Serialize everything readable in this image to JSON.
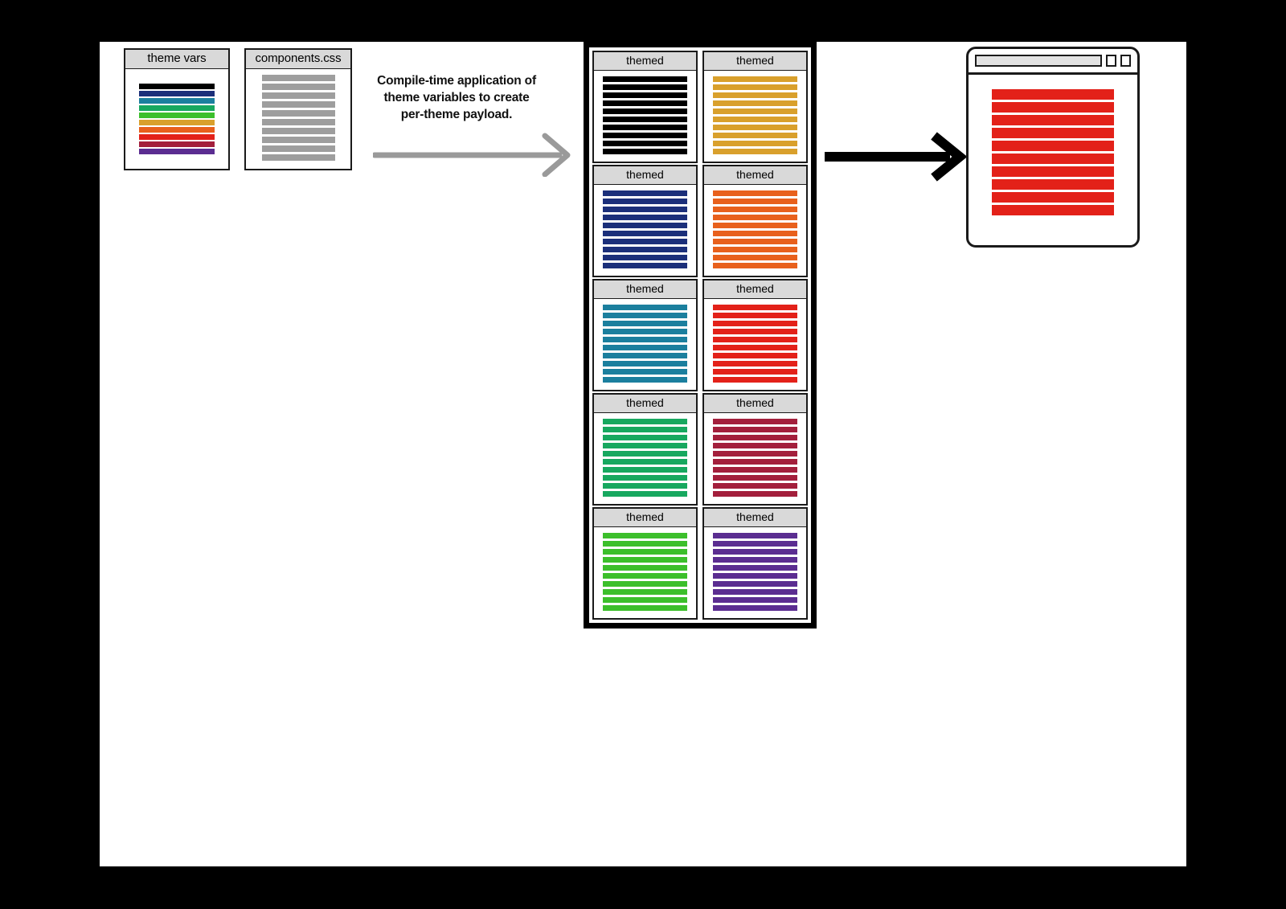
{
  "canvas": {
    "background": "#ffffff",
    "page_background": "#000000"
  },
  "palette": {
    "black": "#000000",
    "navy": "#1b2f7a",
    "teal": "#1b7f9e",
    "green": "#17a85f",
    "bright_green": "#3cbf2b",
    "amber": "#d9a02c",
    "orange": "#e8601c",
    "red": "#e32119",
    "crimson": "#a31f3c",
    "purple": "#5b2d91",
    "gray_bar": "#9e9e9e",
    "header_gray": "#d9d9d9",
    "arrow_gray": "#9a9a9a",
    "arrow_black": "#000000",
    "outline": "#1a1a1a"
  },
  "source_cards": [
    {
      "id": "theme-vars",
      "title": "theme vars",
      "bars": [
        "#000000",
        "#1b2f7a",
        "#1b7f9e",
        "#17a85f",
        "#3cbf2b",
        "#d9a02c",
        "#e8601c",
        "#e32119",
        "#a31f3c",
        "#5b2d91"
      ]
    },
    {
      "id": "components-css",
      "title": "components.css",
      "bars": [
        "#9e9e9e",
        "#9e9e9e",
        "#9e9e9e",
        "#9e9e9e",
        "#9e9e9e",
        "#9e9e9e",
        "#9e9e9e",
        "#9e9e9e",
        "#9e9e9e",
        "#9e9e9e"
      ]
    }
  ],
  "caption": {
    "line1": "Compile-time application of",
    "line2": "theme variables to create",
    "line3": "per-theme payload.",
    "full_text": "Compile-time application of theme variables to create per-theme payload."
  },
  "arrows": [
    {
      "id": "compile-arrow",
      "color": "#9a9a9a",
      "direction": "right",
      "style": "thin"
    },
    {
      "id": "deploy-arrow",
      "color": "#000000",
      "direction": "right",
      "style": "thick"
    }
  ],
  "themed_grid": {
    "card_label": "themed",
    "columns": 2,
    "rows": 5,
    "bars_per_card": 10,
    "cards": [
      {
        "index": 0,
        "label": "themed",
        "color": "#000000",
        "theme_name": "black"
      },
      {
        "index": 1,
        "label": "themed",
        "color": "#d9a02c",
        "theme_name": "amber"
      },
      {
        "index": 2,
        "label": "themed",
        "color": "#1b2f7a",
        "theme_name": "navy"
      },
      {
        "index": 3,
        "label": "themed",
        "color": "#e8601c",
        "theme_name": "orange"
      },
      {
        "index": 4,
        "label": "themed",
        "color": "#1b7f9e",
        "theme_name": "teal"
      },
      {
        "index": 5,
        "label": "themed",
        "color": "#e32119",
        "theme_name": "red"
      },
      {
        "index": 6,
        "label": "themed",
        "color": "#17a85f",
        "theme_name": "green"
      },
      {
        "index": 7,
        "label": "themed",
        "color": "#a31f3c",
        "theme_name": "crimson"
      },
      {
        "index": 8,
        "label": "themed",
        "color": "#3cbf2b",
        "theme_name": "bright-green"
      },
      {
        "index": 9,
        "label": "themed",
        "color": "#5b2d91",
        "theme_name": "purple"
      }
    ]
  },
  "browser": {
    "address_bar_value": "",
    "buttons": [
      "",
      ""
    ],
    "content_color": "#e32119",
    "content_bars": 10
  }
}
